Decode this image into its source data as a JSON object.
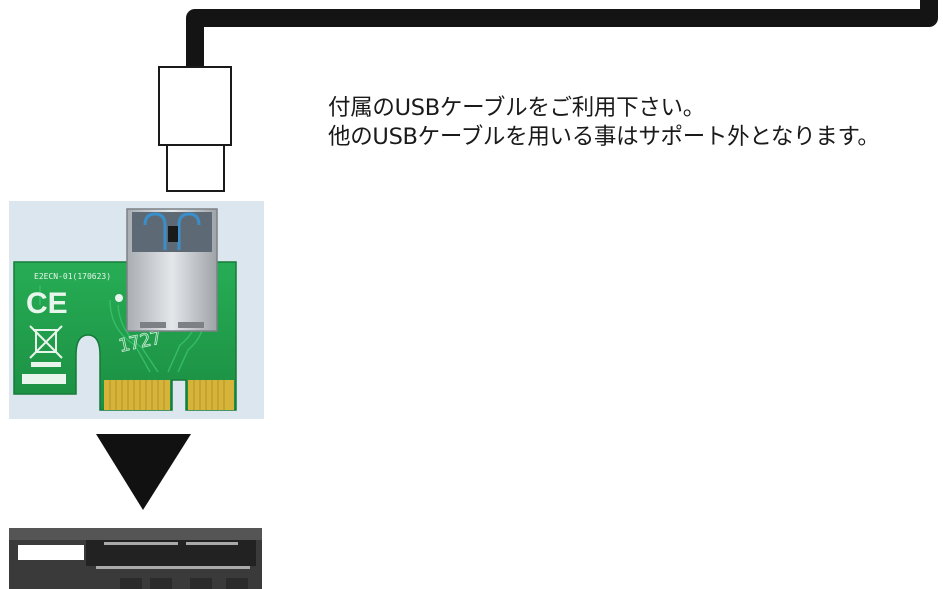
{
  "instructions": {
    "line1": "付属のUSBケーブルをご利用下さい。",
    "line2": "他のUSBケーブルを用いる事はサポート外となります。"
  },
  "board": {
    "ce_mark": "CE",
    "model_text": "E2ECN-01(170623)",
    "silkscreen_code": "1727",
    "pcb_color": "#1f9e4a",
    "contact_color": "#d6b43a"
  },
  "colors": {
    "cable": "#141414",
    "arrow": "#111111",
    "slot": "#2b2b2b"
  }
}
